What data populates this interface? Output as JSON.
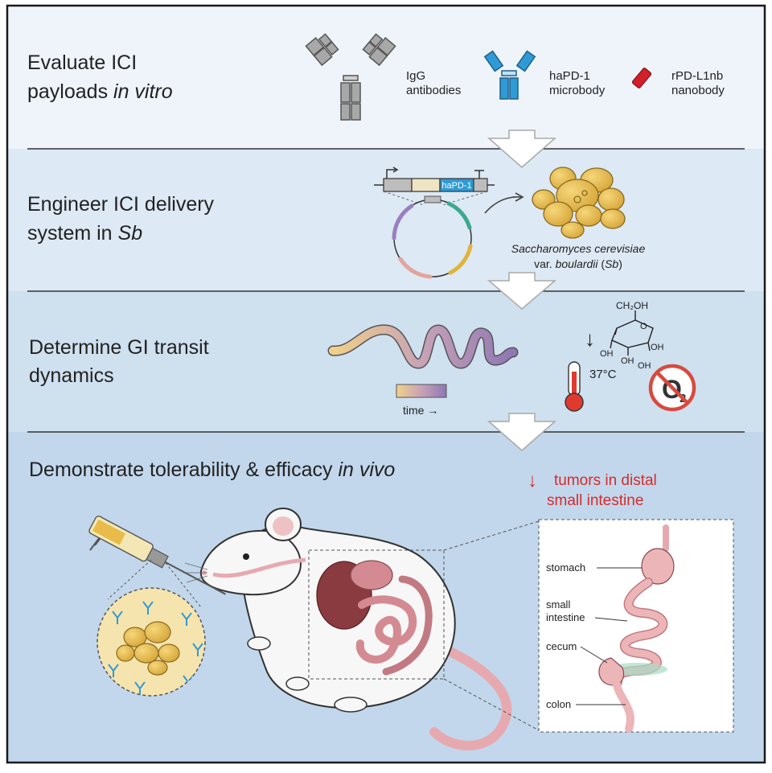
{
  "panels": [
    {
      "title_line1": "Evaluate ICI",
      "title_line2_plain": "payloads ",
      "title_line2_italic": "in vitro"
    },
    {
      "title_line1": "Engineer ICI delivery",
      "title_line2_plain": "system in ",
      "title_line2_italic": "Sb"
    },
    {
      "title_line1": "Determine GI transit",
      "title_line2": "dynamics"
    },
    {
      "title_plain": "Demonstrate tolerability & efficacy ",
      "title_italic": "in vivo"
    }
  ],
  "payloads": {
    "igg": {
      "line1": "IgG",
      "line2": "antibodies"
    },
    "microbody": {
      "line1": "haPD-1",
      "line2": "microbody"
    },
    "nanobody": {
      "line1": "rPD-L1nb",
      "line2": "nanobody"
    }
  },
  "plasmid": {
    "gene_label": "haPD-1"
  },
  "yeast": {
    "line1": "Saccharomyces cerevisiae",
    "line2_prefix": "var. ",
    "line2_italic": "boulardii",
    "line2_open": " (",
    "line2_abbrev": "Sb",
    "line2_close": ")"
  },
  "transit": {
    "time_label": "time →",
    "down_arrow": "↓",
    "temperature": "37°C",
    "sugar": {
      "ch2oh": "CH₂OH",
      "o": "O",
      "oh": "OH"
    },
    "oxygen": {
      "o": "O",
      "sub": "2"
    }
  },
  "outcome": {
    "arrow": "↓",
    "line1": "tumors in distal",
    "line2": "small intestine"
  },
  "gut_labels": {
    "stomach": "stomach",
    "small1": "small",
    "small2": "intestine",
    "cecum": "cecum",
    "colon": "colon"
  },
  "colors": {
    "panel1": "#eef4fa",
    "panel2": "#dde9f4",
    "panel3": "#cfe0ef",
    "panel4": "#c2d7ec",
    "microbody": "#2f9bd6",
    "nanobody": "#d1202a",
    "yeast": "#e8bb4a",
    "tissue": "#ecb5b8",
    "outcome_red": "#d62b2b"
  }
}
